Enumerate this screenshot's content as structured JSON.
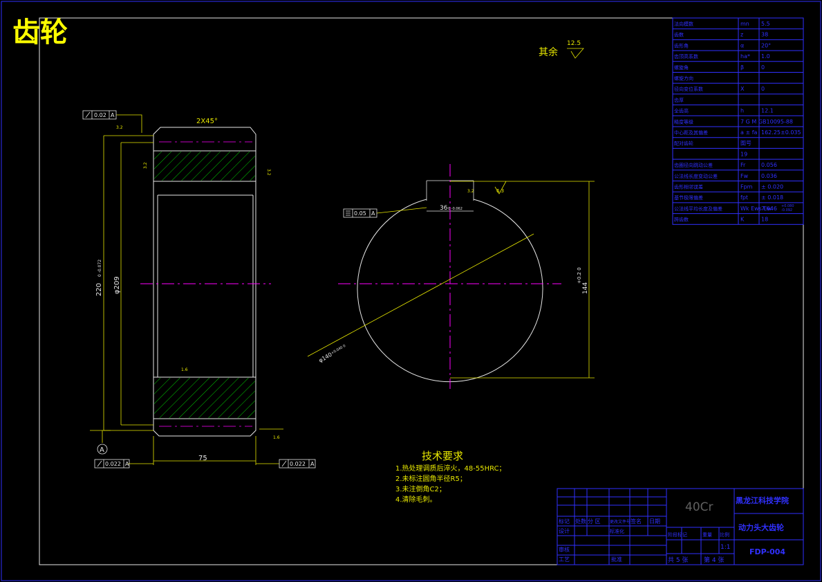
{
  "title": "齿轮",
  "roughness_note": {
    "label": "其余",
    "value": "12.5"
  },
  "params": [
    [
      "法向模数",
      "mn",
      "5.5"
    ],
    [
      "齿数",
      "z",
      "38"
    ],
    [
      "齿形角",
      "α",
      "20°"
    ],
    [
      "齿顶高系数",
      "ha*",
      "1.0"
    ],
    [
      "螺旋角",
      "β",
      "0"
    ],
    [
      "螺旋方向",
      "",
      ""
    ],
    [
      "径向变位系数",
      "X",
      "0"
    ],
    [
      "齿厚",
      "",
      ""
    ],
    [
      "全齿高",
      "h",
      "12.1"
    ],
    [
      "精度等级",
      "7 G M  GB10095-88",
      ""
    ],
    [
      "中心距及其偏差",
      "a ± fa",
      "162.25±0.035"
    ],
    [
      "配对齿轮",
      "图号",
      ""
    ],
    [
      "",
      "19",
      ""
    ],
    [
      "齿圈径向跳动公差",
      "Fr",
      "0.056"
    ],
    [
      "公法线长度变动公差",
      "Fw",
      "0.036"
    ],
    [
      "齿形相邻误差",
      "Fpm",
      "±  0.020"
    ],
    [
      "基节极限偏差",
      "fpt",
      "±  0.018"
    ],
    [
      "公法线平均长度及偏差",
      "Wk Ews Ewi",
      "7.646"
    ],
    [
      "跨齿数",
      "K",
      "18"
    ]
  ],
  "tol_deviation": [
    "+0.080",
    "-0.092"
  ],
  "tech_requirements": {
    "heading": "技术要求",
    "items": [
      "1.热处理调质后淬火，48-55HRC；",
      "2.未标注圆角半径R5；",
      "3.未注倒角C2；",
      "4.清除毛刺。"
    ]
  },
  "title_block": {
    "material": "40Cr",
    "school": "黑龙江科技学院",
    "part_name": "动力头大齿轮",
    "drawing_no": "FDP-004",
    "scale": "1:1",
    "sheets": "共 5 张",
    "sheet_no": "第 4 张",
    "labels": [
      "标记",
      "处数",
      "分 区",
      "更改文件号",
      "签名",
      "日期",
      "设计",
      "标准化",
      "审核",
      "工艺",
      "批准",
      "阶段标记",
      "重量",
      "比例"
    ]
  },
  "dims_side": {
    "chamfer": "2X45°",
    "od": "220",
    "od_tol": "0\n-0.072",
    "bore": "φ209",
    "width": "75",
    "datum": "A",
    "runout_top": "0.02",
    "runout_bl": "0.022",
    "runout_br": "0.022",
    "rough1": "3.2",
    "rough2": "3.2",
    "rough3": "1.6",
    "rough4": "1.6",
    "rough5": "3.2"
  },
  "dims_front": {
    "keyway": "36",
    "keyway_tol": "0\n-0.062",
    "sym": "0.05",
    "sym_datum": "A",
    "dia": "φ140",
    "dia_tol": "+0.040\n0",
    "height": "144",
    "height_tol": "+0.2\n0",
    "rough_key": "3.2",
    "rough_face": "6.3"
  }
}
